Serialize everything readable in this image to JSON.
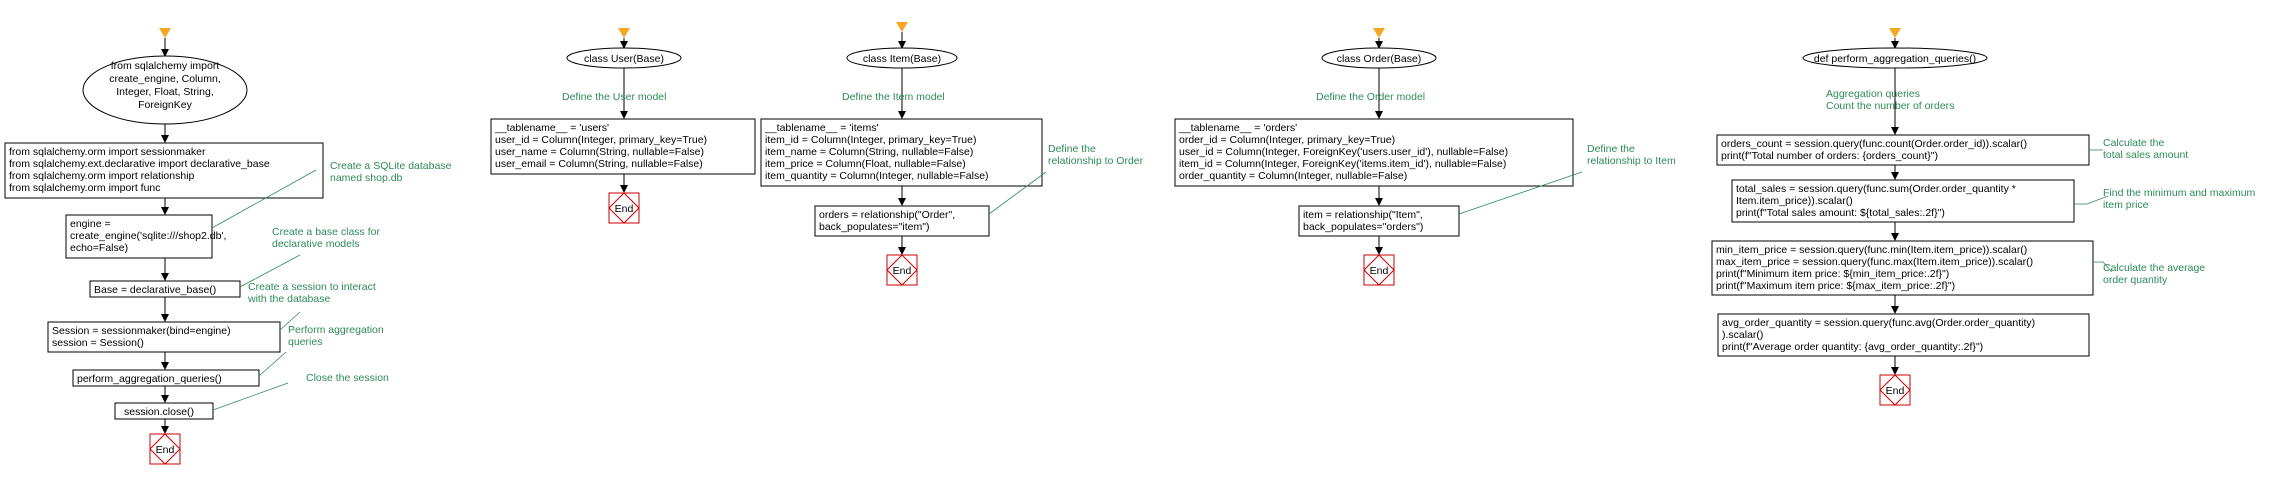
{
  "colors": {
    "start_marker": "#f5a623",
    "comment": "#2e8b57",
    "end_node": "#cc0000",
    "line": "#000000"
  },
  "end_label": "End",
  "main": {
    "start": [
      "from sqlalchemy import",
      "create_engine, Column,",
      "Integer, Float, String,",
      "ForeignKey"
    ],
    "imports": [
      "from sqlalchemy.orm import sessionmaker",
      "from sqlalchemy.ext.declarative import declarative_base",
      "from sqlalchemy.orm import relationship",
      "from sqlalchemy.orm import func"
    ],
    "engine": [
      "engine =",
      "create_engine('sqlite:///shop2.db',",
      "echo=False)"
    ],
    "base": "Base = declarative_base()",
    "session": [
      "Session = sessionmaker(bind=engine)",
      "session = Session()"
    ],
    "call": "perform_aggregation_queries()",
    "close": "session.close()",
    "comments": {
      "engine": [
        "Create a SQLite database",
        "named shop.db"
      ],
      "base": [
        "Create a base class for",
        "declarative models"
      ],
      "session": [
        "Create a session to interact",
        "with the database"
      ],
      "call": [
        "Perform aggregation",
        "queries"
      ],
      "close": [
        "Close the session"
      ]
    }
  },
  "user": {
    "title": "class User(Base)",
    "comment": "Define the User model",
    "body": [
      "__tablename__ = 'users'",
      "user_id = Column(Integer, primary_key=True)",
      "user_name = Column(String, nullable=False)",
      "user_email = Column(String, nullable=False)"
    ]
  },
  "item": {
    "title": "class Item(Base)",
    "comment": "Define the Item model",
    "body": [
      "__tablename__ = 'items'",
      "item_id = Column(Integer, primary_key=True)",
      "item_name = Column(String, nullable=False)",
      "item_price = Column(Float, nullable=False)",
      "item_quantity = Column(Integer, nullable=False)"
    ],
    "rel": [
      "orders = relationship(\"Order\",",
      "back_populates=\"item\")"
    ],
    "rel_comment": [
      "Define the",
      "relationship to Order"
    ]
  },
  "order": {
    "title": "class Order(Base)",
    "comment": "Define the Order model",
    "body": [
      "__tablename__ = 'orders'",
      "order_id = Column(Integer, primary_key=True)",
      "user_id = Column(Integer, ForeignKey('users.user_id'), nullable=False)",
      "item_id = Column(Integer, ForeignKey('items.item_id'), nullable=False)",
      "order_quantity = Column(Integer, nullable=False)"
    ],
    "rel": [
      "item = relationship(\"Item\",",
      "back_populates=\"orders\")"
    ],
    "rel_comment": [
      "Define the",
      "relationship to Item"
    ]
  },
  "agg": {
    "title": "def perform_aggregation_queries()",
    "comment": [
      "Aggregation queries",
      "Count the number of orders"
    ],
    "count": [
      "orders_count = session.query(func.count(Order.order_id)).scalar()",
      "print(f\"Total number of orders: {orders_count}\")"
    ],
    "count_comment": [
      "Calculate the",
      "total sales amount"
    ],
    "sales": [
      "total_sales = session.query(func.sum(Order.order_quantity *",
      "Item.item_price)).scalar()",
      "print(f\"Total sales amount: ${total_sales:.2f}\")"
    ],
    "sales_comment": [
      "Find the minimum and maximum",
      "item price"
    ],
    "minmax": [
      "min_item_price = session.query(func.min(Item.item_price)).scalar()",
      "max_item_price = session.query(func.max(Item.item_price)).scalar()",
      "print(f\"Minimum item price: ${min_item_price:.2f}\")",
      "print(f\"Maximum item price: ${max_item_price:.2f}\")"
    ],
    "minmax_comment": [
      "Calculate the average",
      "order quantity"
    ],
    "avg": [
      "avg_order_quantity = session.query(func.avg(Order.order_quantity)",
      ").scalar()",
      "print(f\"Average order quantity: {avg_order_quantity:.2f}\")"
    ]
  }
}
